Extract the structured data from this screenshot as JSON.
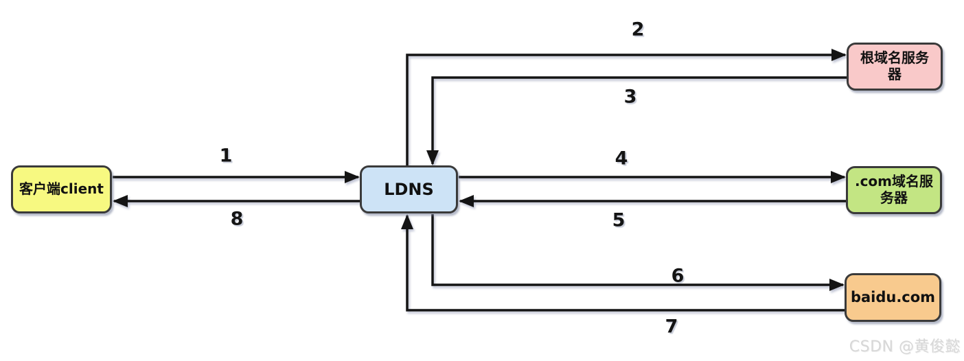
{
  "diagram": {
    "title_implicit": "DNS resolution flow",
    "colors": {
      "stroke": "#141414",
      "border": "#3a3a3a",
      "client_fill": "#f7f981",
      "ldns_fill": "#cde3f6",
      "root_fill": "#f9c9c9",
      "com_fill": "#c3e583",
      "baidu_fill": "#f8ca8e"
    },
    "nodes": {
      "client": {
        "label": "客户端client"
      },
      "ldns": {
        "label": "LDNS"
      },
      "root": {
        "label": "根域名服务器"
      },
      "com": {
        "label": ".com域名服务器"
      },
      "baidu": {
        "label": "baidu.com"
      }
    },
    "flows": [
      {
        "label": "1",
        "from": "client",
        "to": "ldns"
      },
      {
        "label": "2",
        "from": "ldns",
        "to": "root"
      },
      {
        "label": "3",
        "from": "root",
        "to": "ldns"
      },
      {
        "label": "4",
        "from": "ldns",
        "to": "com"
      },
      {
        "label": "5",
        "from": "com",
        "to": "ldns"
      },
      {
        "label": "6",
        "from": "ldns",
        "to": "baidu"
      },
      {
        "label": "7",
        "from": "baidu",
        "to": "ldns"
      },
      {
        "label": "8",
        "from": "ldns",
        "to": "client"
      }
    ],
    "watermark": "CSDN @黄俊懿"
  }
}
